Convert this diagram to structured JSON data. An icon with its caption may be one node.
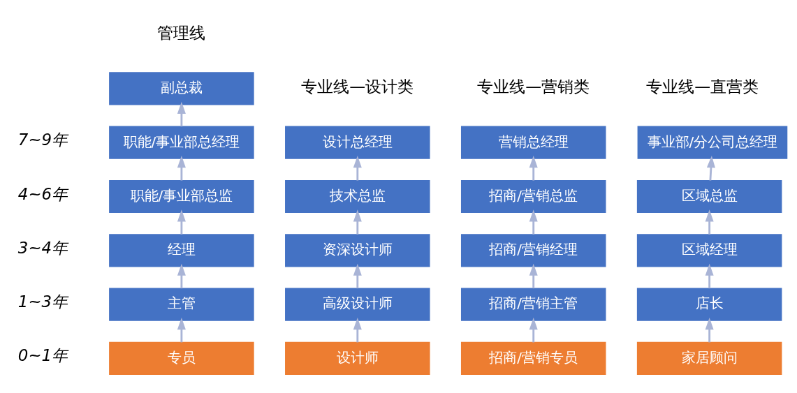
{
  "diagram": {
    "nodes": [
      {
        "text": [
          "副总裁"
        ]
      },
      {
        "text": [
          "职能/事业部总经理"
        ]
      },
      {
        "text": [
          "职能/事业部总监"
        ]
      },
      {
        "text": [
          "经理"
        ]
      },
      {
        "text": [
          "主管"
        ]
      },
      {
        "text": [
          "专员"
        ]
      },
      {
        "text": [
          "设计总经理"
        ]
      },
      {
        "text": [
          "技术总监"
        ]
      },
      {
        "text": [
          "资深设计师"
        ]
      },
      {
        "text": [
          "高级设计师"
        ]
      },
      {
        "text": [
          "设计师"
        ]
      },
      {
        "text": [
          "营销总经理"
        ]
      },
      {
        "text": [
          "招商/营销总监"
        ]
      },
      {
        "text": [
          "招商/营销经理"
        ]
      },
      {
        "text": [
          "招商/营销主管"
        ]
      },
      {
        "text": [
          "招商/营销专员"
        ]
      },
      {
        "text": [
          "事业部/分公司总经理"
        ]
      },
      {
        "text": [
          "区域总监"
        ]
      },
      {
        "text": [
          "区域经理"
        ]
      },
      {
        "text": [
          "店长"
        ]
      },
      {
        "text": [
          "家居顾问"
        ]
      }
    ],
    "edges": [
      {
        "from": 5,
        "to": 4,
        "arrow": "to"
      },
      {
        "from": 4,
        "to": 3,
        "arrow": "to"
      },
      {
        "from": 3,
        "to": 2,
        "arrow": "to"
      },
      {
        "from": 2,
        "to": 1,
        "arrow": "to"
      },
      {
        "from": 1,
        "to": 0,
        "arrow": "to"
      },
      {
        "from": 10,
        "to": 9,
        "arrow": "to"
      },
      {
        "from": 9,
        "to": 8,
        "arrow": "to"
      },
      {
        "from": 8,
        "to": 7,
        "arrow": "to"
      },
      {
        "from": 7,
        "to": 6,
        "arrow": "to"
      },
      {
        "from": 15,
        "to": 14,
        "arrow": "to"
      },
      {
        "from": 14,
        "to": 13,
        "arrow": "to"
      },
      {
        "from": 13,
        "to": 12,
        "arrow": "to"
      },
      {
        "from": 12,
        "to": 11,
        "arrow": "to"
      },
      {
        "from": 20,
        "to": 19,
        "arrow": "to"
      },
      {
        "from": 19,
        "to": 18,
        "arrow": "to"
      },
      {
        "from": 18,
        "to": 17,
        "arrow": "to"
      },
      {
        "from": 17,
        "to": 16,
        "arrow": "to"
      }
    ],
    "labels": [
      "管理线",
      "专业线—设计类",
      "专业线—营销类",
      "专业线—直营类",
      "7~9年",
      "4~6年",
      "3~4年",
      "1~3年",
      "0~1年"
    ]
  }
}
